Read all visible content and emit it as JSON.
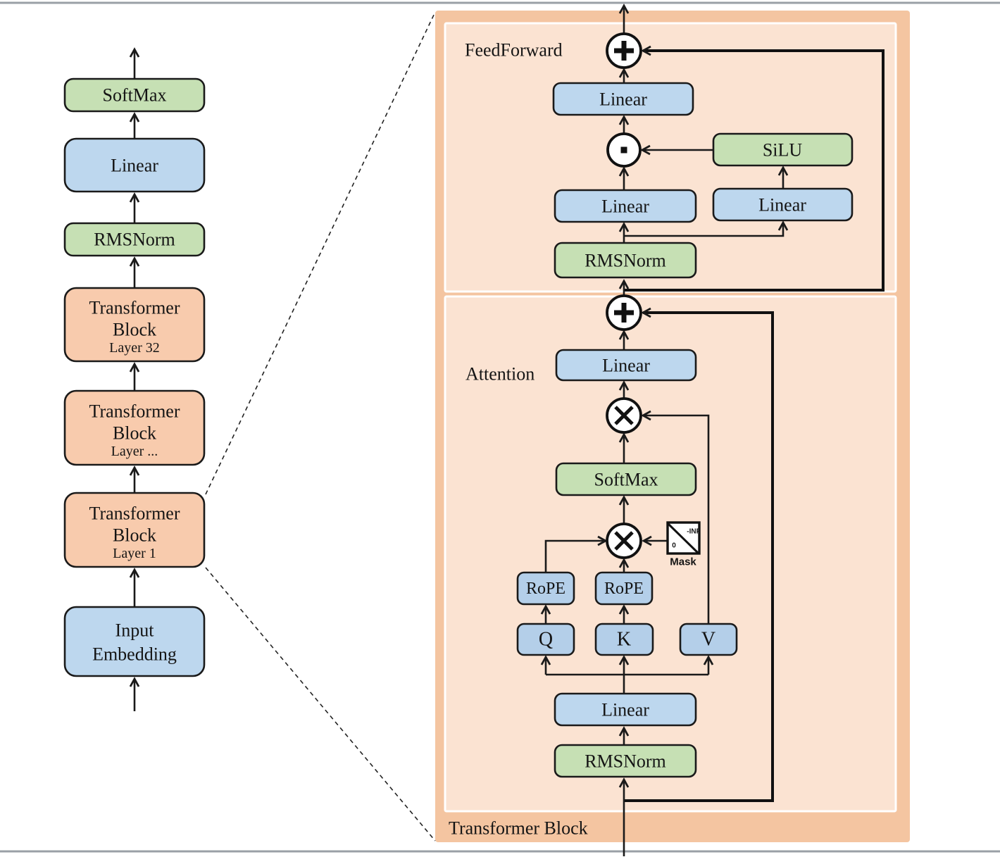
{
  "left_column": {
    "output_softmax": "SoftMax",
    "output_linear": "Linear",
    "final_rmsnorm": "RMSNorm",
    "transformer_blocks": [
      {
        "line1": "Transformer",
        "line2": "Block",
        "line3": "Layer 32"
      },
      {
        "line1": "Transformer",
        "line2": "Block",
        "line3": "Layer ..."
      },
      {
        "line1": "Transformer",
        "line2": "Block",
        "line3": "Layer 1"
      }
    ],
    "input_embedding_line1": "Input",
    "input_embedding_line2": "Embedding"
  },
  "block_detail": {
    "panel_label": "Transformer Block",
    "feedforward": {
      "section_label": "FeedForward",
      "output_linear": "Linear",
      "silu": "SiLU",
      "gate_linear": "Linear",
      "up_linear": "Linear",
      "rmsnorm": "RMSNorm"
    },
    "attention": {
      "section_label": "Attention",
      "output_linear": "Linear",
      "softmax": "SoftMax",
      "rope_q": "RoPE",
      "rope_k": "RoPE",
      "query": "Q",
      "key": "K",
      "value": "V",
      "mask_neg_inf": "-INF",
      "mask_zero": "0",
      "mask_label": "Mask",
      "qkv_linear": "Linear",
      "rmsnorm": "RMSNorm"
    }
  },
  "colors": {
    "linear_blue": "#bdd7ee",
    "norm_green": "#c6e0b4",
    "block_orange": "#f8cbad",
    "qkv_blue": "#b4cfe9",
    "panel_outer": "#f4c5a1",
    "panel_inner": "#fbe3d2",
    "line_black": "#1a1a1a",
    "screen_border_gray": "#9aa0a6"
  }
}
